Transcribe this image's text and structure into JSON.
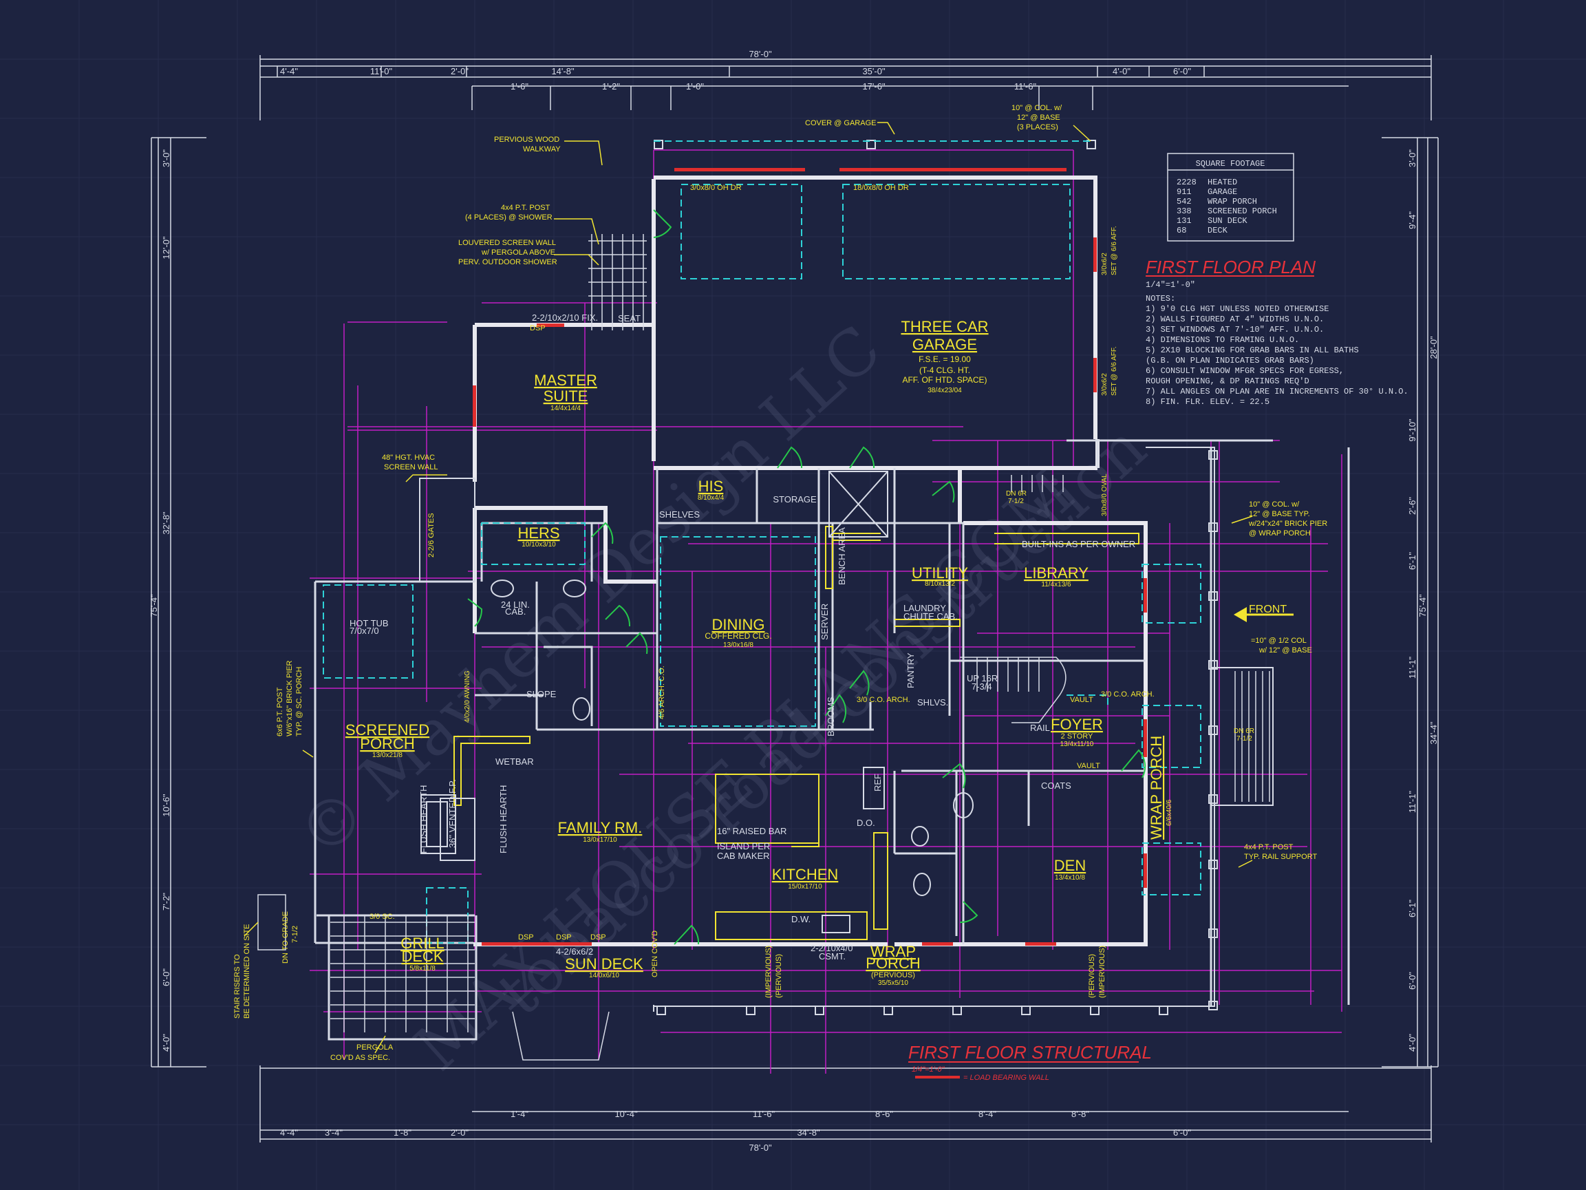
{
  "top_dims_outer": [
    "4'-4\"",
    "11'-0\"",
    "2'-0\"",
    "14'-8\"",
    "35'-0\"",
    "4'-0\"",
    "6'-0\""
  ],
  "top_dims_inner": [
    "1'-6\"",
    "1'-2\"",
    "1'-0\"",
    "17'-6\"",
    "11'-6\""
  ],
  "top_total": "78'-0\"",
  "bottom_dims_outer": [
    "4'-4\"",
    "3'-4\"",
    "1'-8\"",
    "2'-0\"",
    "34'-8\"",
    "6'-0\""
  ],
  "bottom_dims_inner": [
    "1'-4\"",
    "10'-4\"",
    "11'-6\"",
    "8'-6\"",
    "8'-4\"",
    "8'-8\""
  ],
  "bottom_total": "78'-0\"",
  "left_dims": [
    "3'-0\"",
    "12'-0\"",
    "32'-8\"",
    "10'-6\"",
    "7'-2\"",
    "6'-0\"",
    "4'-0\""
  ],
  "left_total": "75'-4\"",
  "right_dims": [
    "3'-0\"",
    "9'-4\"",
    "28'-0\"",
    "9'-10\"",
    "2'-6\"",
    "6'-1\"",
    "11'-1\"",
    "34'-4\"",
    "11'-1\"",
    "6'-1\"",
    "6'-0\"",
    "4'-0\""
  ],
  "right_total": "75'-4\"",
  "rooms": {
    "garage": {
      "name": "THREE CAR GARAGE",
      "line1": "THREE CAR",
      "line2": "GARAGE",
      "note1": "F.S.E. = 19.00",
      "note2": "(T-4 CLG. HT.",
      "note3": "AFF. OF HTD. SPACE)",
      "size": "38/4x23/04"
    },
    "master": {
      "line1": "MASTER",
      "line2": "SUITE",
      "size": "14/4x14/4"
    },
    "his": {
      "name": "HIS",
      "size": "8/10x4/4"
    },
    "hers": {
      "name": "HERS",
      "size": "10/10x3/10"
    },
    "storage": {
      "name": "STORAGE"
    },
    "dining": {
      "name": "DINING",
      "note": "COFFERED CLG.",
      "size": "13/0x16/8"
    },
    "utility": {
      "name": "UTILITY",
      "size": "8/10x13/2"
    },
    "library": {
      "name": "LIBRARY",
      "size": "11/4x13/6"
    },
    "foyer": {
      "name": "FOYER",
      "note": "2 STORY",
      "size": "13/4x11/10"
    },
    "screened": {
      "line1": "SCREENED",
      "line2": "PORCH",
      "size": "13/0x21/8"
    },
    "family": {
      "name": "FAMILY RM.",
      "size": "13/0x17/10"
    },
    "kitchen": {
      "name": "KITCHEN",
      "size": "15/0x17/10"
    },
    "den": {
      "name": "DEN",
      "size": "13/4x10/8"
    },
    "grill": {
      "line1": "GRILL",
      "line2": "DECK",
      "size": "5/8x11/8"
    },
    "sundeck": {
      "name": "SUN DECK",
      "size": "14/0x6/10"
    },
    "wrapporch_s": {
      "line1": "WRAP",
      "line2": "PORCH",
      "note": "(PERVIOUS)",
      "size": "35/5x5/10"
    },
    "wrapporch_e": {
      "name": "WRAP PORCH",
      "size": "6/6x40/6"
    },
    "hottub": {
      "name": "HOT TUB",
      "size": "7/0x7/0"
    }
  },
  "labels": {
    "cover_garage": "COVER @ GARAGE",
    "col_garage": [
      "10\" @ COL. w/",
      "12\" @ BASE",
      "(3 PLACES)"
    ],
    "pervious_walkway": [
      "PERVIOUS WOOD",
      "WALKWAY"
    ],
    "post_shower": [
      "4x4 P.T. POST",
      "(4 PLACES) @ SHOWER"
    ],
    "louvered": [
      "LOUVERED SCREEN WALL",
      "w/ PERGOLA ABOVE",
      "PERV. OUTDOOR SHOWER"
    ],
    "hvac": [
      "48\" HGT. HVAC",
      "SCREEN WALL"
    ],
    "gates": "2-2/6 GATES",
    "post_porch": [
      "6x6 P.T. POST",
      "W/6\"x16\" BRICK PIER",
      "TYP. @ SC. PORCH"
    ],
    "col_wrap": [
      "10\" @ COL. w/",
      "12\" @ BASE TYP.",
      "w/24\"x24\" BRICK PIER",
      "@ WRAP PORCH"
    ],
    "front": "FRONT",
    "col_front": [
      "=10\" @ 1/2 COL",
      "w/ 12\" @ BASE"
    ],
    "post_rail": [
      "4x4 P.T. POST",
      "TYP. RAIL SUPPORT"
    ],
    "stair_risers": [
      "STAIR RISERS TO",
      "BE DETERMINED ON SITE"
    ],
    "dn_grade": [
      "DN TO GRADE",
      "7-1/2"
    ],
    "pergola": [
      "PERGOLA",
      "COV'D AS SPEC."
    ],
    "builtins": "BUILT-INS AS PER OWNER",
    "door_3080": "3/0x8/0 OH DR",
    "door_1880": "18/0x8/0 OH DR",
    "win_2210": "2-2/10x2/10 FIX.",
    "raised_bar": "16\" RAISED BAR",
    "island": [
      "ISLAND PER",
      "CAB MAKER"
    ],
    "wetbar": "WETBAR",
    "hearth1": "FLUSH HEARTH",
    "hearth2": "FLUSH HEARTH",
    "fp": "36\" VENTED F.P.",
    "laundry": [
      "LAUNDRY",
      "CHUTE CAB."
    ],
    "up_risers": [
      "UP 16R",
      "7-3/4"
    ],
    "vault1": "VAULT",
    "vault2": "VAULT",
    "coats": "COATS",
    "bench": "BENCH AREA",
    "server": "SERVER",
    "brooms": "BROOMS",
    "pantry": "PANTRY",
    "shelves": "SHELVES",
    "shlvs": "SHLVS.",
    "seat": "SEAT",
    "cab24": [
      "24 LIN.",
      "CAB."
    ],
    "slope": "SLOPE",
    "rail": "RAIL",
    "dw": "D.W.",
    "do": "D.O.",
    "ref": "REF",
    "dsp": "DSP",
    "csmt": [
      "2-2/10x4/0",
      "CSMT."
    ],
    "win_246": "4-2/6x6/2",
    "open_cov": "OPEN COV'D",
    "arch1": "4/6 ARCH. C.O.",
    "arch2": "3/0 C.O. ARCH.",
    "arch3": "3/0 C.O. ARCH.",
    "impervious_l": [
      "(IMPERVIOUS)",
      "(PERVIOUS)"
    ],
    "impervious_r": [
      "(PERVIOUS)",
      "(IMPERVIOUS)"
    ],
    "sc_door": "3/0 SC.",
    "dn_6r": [
      "DN 6R",
      "7-1/2"
    ],
    "dn_6r2": [
      "DN 6R",
      "7-1/2"
    ],
    "oval": "3/0x8/0 OVAL",
    "win_sill1": [
      "3/0x6/2",
      "SET @ 6/6 AFF."
    ],
    "win_sill2": [
      "3/0x6/2",
      "SET @ 6/6 AFF."
    ],
    "awning": "4/0x2/0 AWNING"
  },
  "square_footage": {
    "title": "SQUARE FOOTAGE",
    "rows": [
      {
        "value": "2228",
        "label": "HEATED"
      },
      {
        "value": "911",
        "label": "GARAGE"
      },
      {
        "value": "542",
        "label": "WRAP PORCH"
      },
      {
        "value": "338",
        "label": "SCREENED PORCH"
      },
      {
        "value": "131",
        "label": "SUN DECK"
      },
      {
        "value": "68",
        "label": "DECK"
      }
    ]
  },
  "plan_title": "FIRST FLOOR PLAN",
  "plan_scale": "1/4\"=1'-0\"",
  "notes": {
    "heading": "NOTES:",
    "items": [
      "1)  9'0 CLG HGT UNLESS NOTED OTHERWISE",
      "2)  WALLS FIGURED AT 4\" WIDTHS U.N.O.",
      "3)  SET WINDOWS AT 7'-10\" AFF. U.N.O.",
      "4)  DIMENSIONS TO FRAMING U.N.O.",
      "5)  2X10 BLOCKING FOR GRAB BARS IN ALL BATHS",
      "     (G.B. ON PLAN INDICATES GRAB BARS)",
      "6)  CONSULT WINDOW MFGR SPECS FOR EGRESS,",
      "     ROUGH OPENING, & DP RATINGS REQ'D",
      "7)  ALL ANGLES ON PLAN ARE IN INCREMENTS OF 30° U.N.O.",
      "8)  FIN. FLR. ELEV. = 22.5"
    ]
  },
  "structural_title": "FIRST FLOOR STRUCTURAL",
  "structural_scale": "1/4\"=1'-0\"",
  "structural_legend": "= LOAD BEARING WALL",
  "watermark": [
    "© Mayhem Design LLC",
    "tobacco-road-construction",
    "MAX HOUSE PLANS.COM"
  ],
  "colors": {
    "background": "#1d2340",
    "walls": "#e8e8ef",
    "labels": "#f2e531",
    "dimensions": "#c21ec4",
    "hidden": "#2ed3d8",
    "doors": "#26c84a",
    "title": "#e8323a"
  }
}
